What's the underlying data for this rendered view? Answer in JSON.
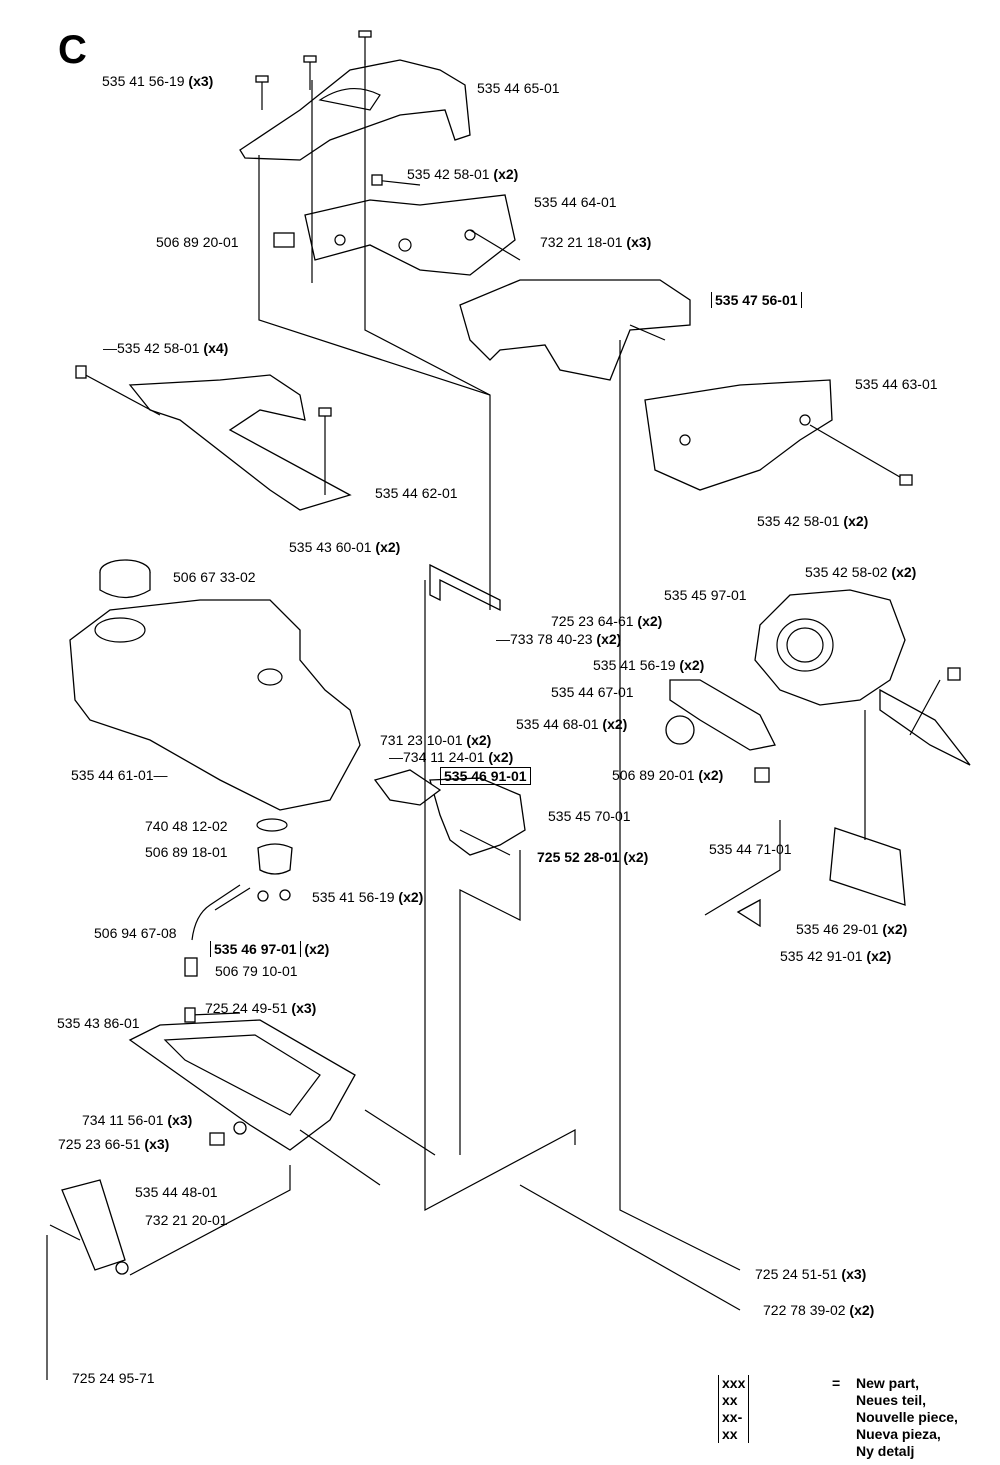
{
  "section": "C",
  "labels": [
    {
      "part": "535 41 56-19",
      "qty": "(x3)",
      "new": false
    },
    {
      "part": "535 44 65-01",
      "qty": "",
      "new": false
    },
    {
      "part": "535 42 58-01",
      "qty": "(x2)",
      "new": false
    },
    {
      "part": "535 44 64-01",
      "qty": "",
      "new": false
    },
    {
      "part": "506 89 20-01",
      "qty": "",
      "new": false
    },
    {
      "part": "732 21 18-01",
      "qty": "(x3)",
      "new": false
    },
    {
      "part": "535 47 56-01",
      "qty": "",
      "new": true
    },
    {
      "part": "535 42 58-01",
      "qty": "(x4)",
      "new": false
    },
    {
      "part": "535 44 63-01",
      "qty": "",
      "new": false
    },
    {
      "part": "535 44 62-01",
      "qty": "",
      "new": false
    },
    {
      "part": "535 42 58-01",
      "qty": "(x2)",
      "new": false
    },
    {
      "part": "535 43 60-01",
      "qty": "(x2)",
      "new": false
    },
    {
      "part": "506 67 33-02",
      "qty": "",
      "new": false
    },
    {
      "part": "535 42 58-02",
      "qty": "(x2)",
      "new": false
    },
    {
      "part": "535 45 97-01",
      "qty": "",
      "new": false
    },
    {
      "part": "725 23 64-61",
      "qty": "(x2)",
      "new": false
    },
    {
      "part": "733 78 40-23",
      "qty": "(x2)",
      "new": false
    },
    {
      "part": "535 41 56-19",
      "qty": "(x2)",
      "new": false
    },
    {
      "part": "535 44 67-01",
      "qty": "",
      "new": false
    },
    {
      "part": "535 44 68-01",
      "qty": "(x2)",
      "new": false
    },
    {
      "part": "731 23 10-01",
      "qty": "(x2)",
      "new": false
    },
    {
      "part": "734 11 24-01",
      "qty": "(x2)",
      "new": false
    },
    {
      "part": "535 46 91-01",
      "qty": "",
      "new": true
    },
    {
      "part": "535 44 61-01",
      "qty": "",
      "new": false
    },
    {
      "part": "506 89 20-01",
      "qty": "(x2)",
      "new": false
    },
    {
      "part": "535 45 70-01",
      "qty": "",
      "new": false
    },
    {
      "part": "740 48 12-02",
      "qty": "",
      "new": false
    },
    {
      "part": "725 52 28-01",
      "qty": "(x2)",
      "new": true
    },
    {
      "part": "506 89 18-01",
      "qty": "",
      "new": false
    },
    {
      "part": "535 44 71-01",
      "qty": "",
      "new": false
    },
    {
      "part": "535 41 56-19",
      "qty": "(x2)",
      "new": false
    },
    {
      "part": "506 94 67-08",
      "qty": "",
      "new": false
    },
    {
      "part": "535 46 97-01",
      "qty": "(x2)",
      "new": true
    },
    {
      "part": "535 46 29-01",
      "qty": "(x2)",
      "new": false
    },
    {
      "part": "506 79 10-01",
      "qty": "",
      "new": false
    },
    {
      "part": "535 42 91-01",
      "qty": "(x2)",
      "new": false
    },
    {
      "part": "725 24 49-51",
      "qty": "(x3)",
      "new": false
    },
    {
      "part": "535 43 86-01",
      "qty": "",
      "new": false
    },
    {
      "part": "734 11 56-01",
      "qty": "(x3)",
      "new": false
    },
    {
      "part": "725 23 66-51",
      "qty": "(x3)",
      "new": false
    },
    {
      "part": "535 44 48-01",
      "qty": "",
      "new": false
    },
    {
      "part": "732 21 20-01",
      "qty": "",
      "new": false
    },
    {
      "part": "725 24 51-51",
      "qty": "(x3)",
      "new": false
    },
    {
      "part": "722 78 39-02",
      "qty": "(x2)",
      "new": false
    },
    {
      "part": "725 24 95-71",
      "qty": "",
      "new": false
    }
  ],
  "legend": {
    "key": "xxx xx xx-xx",
    "equals": "=",
    "lines": [
      "New part,",
      "Neues teil,",
      "Nouvelle piece,",
      "Nueva pieza,",
      "Ny detalj"
    ]
  }
}
